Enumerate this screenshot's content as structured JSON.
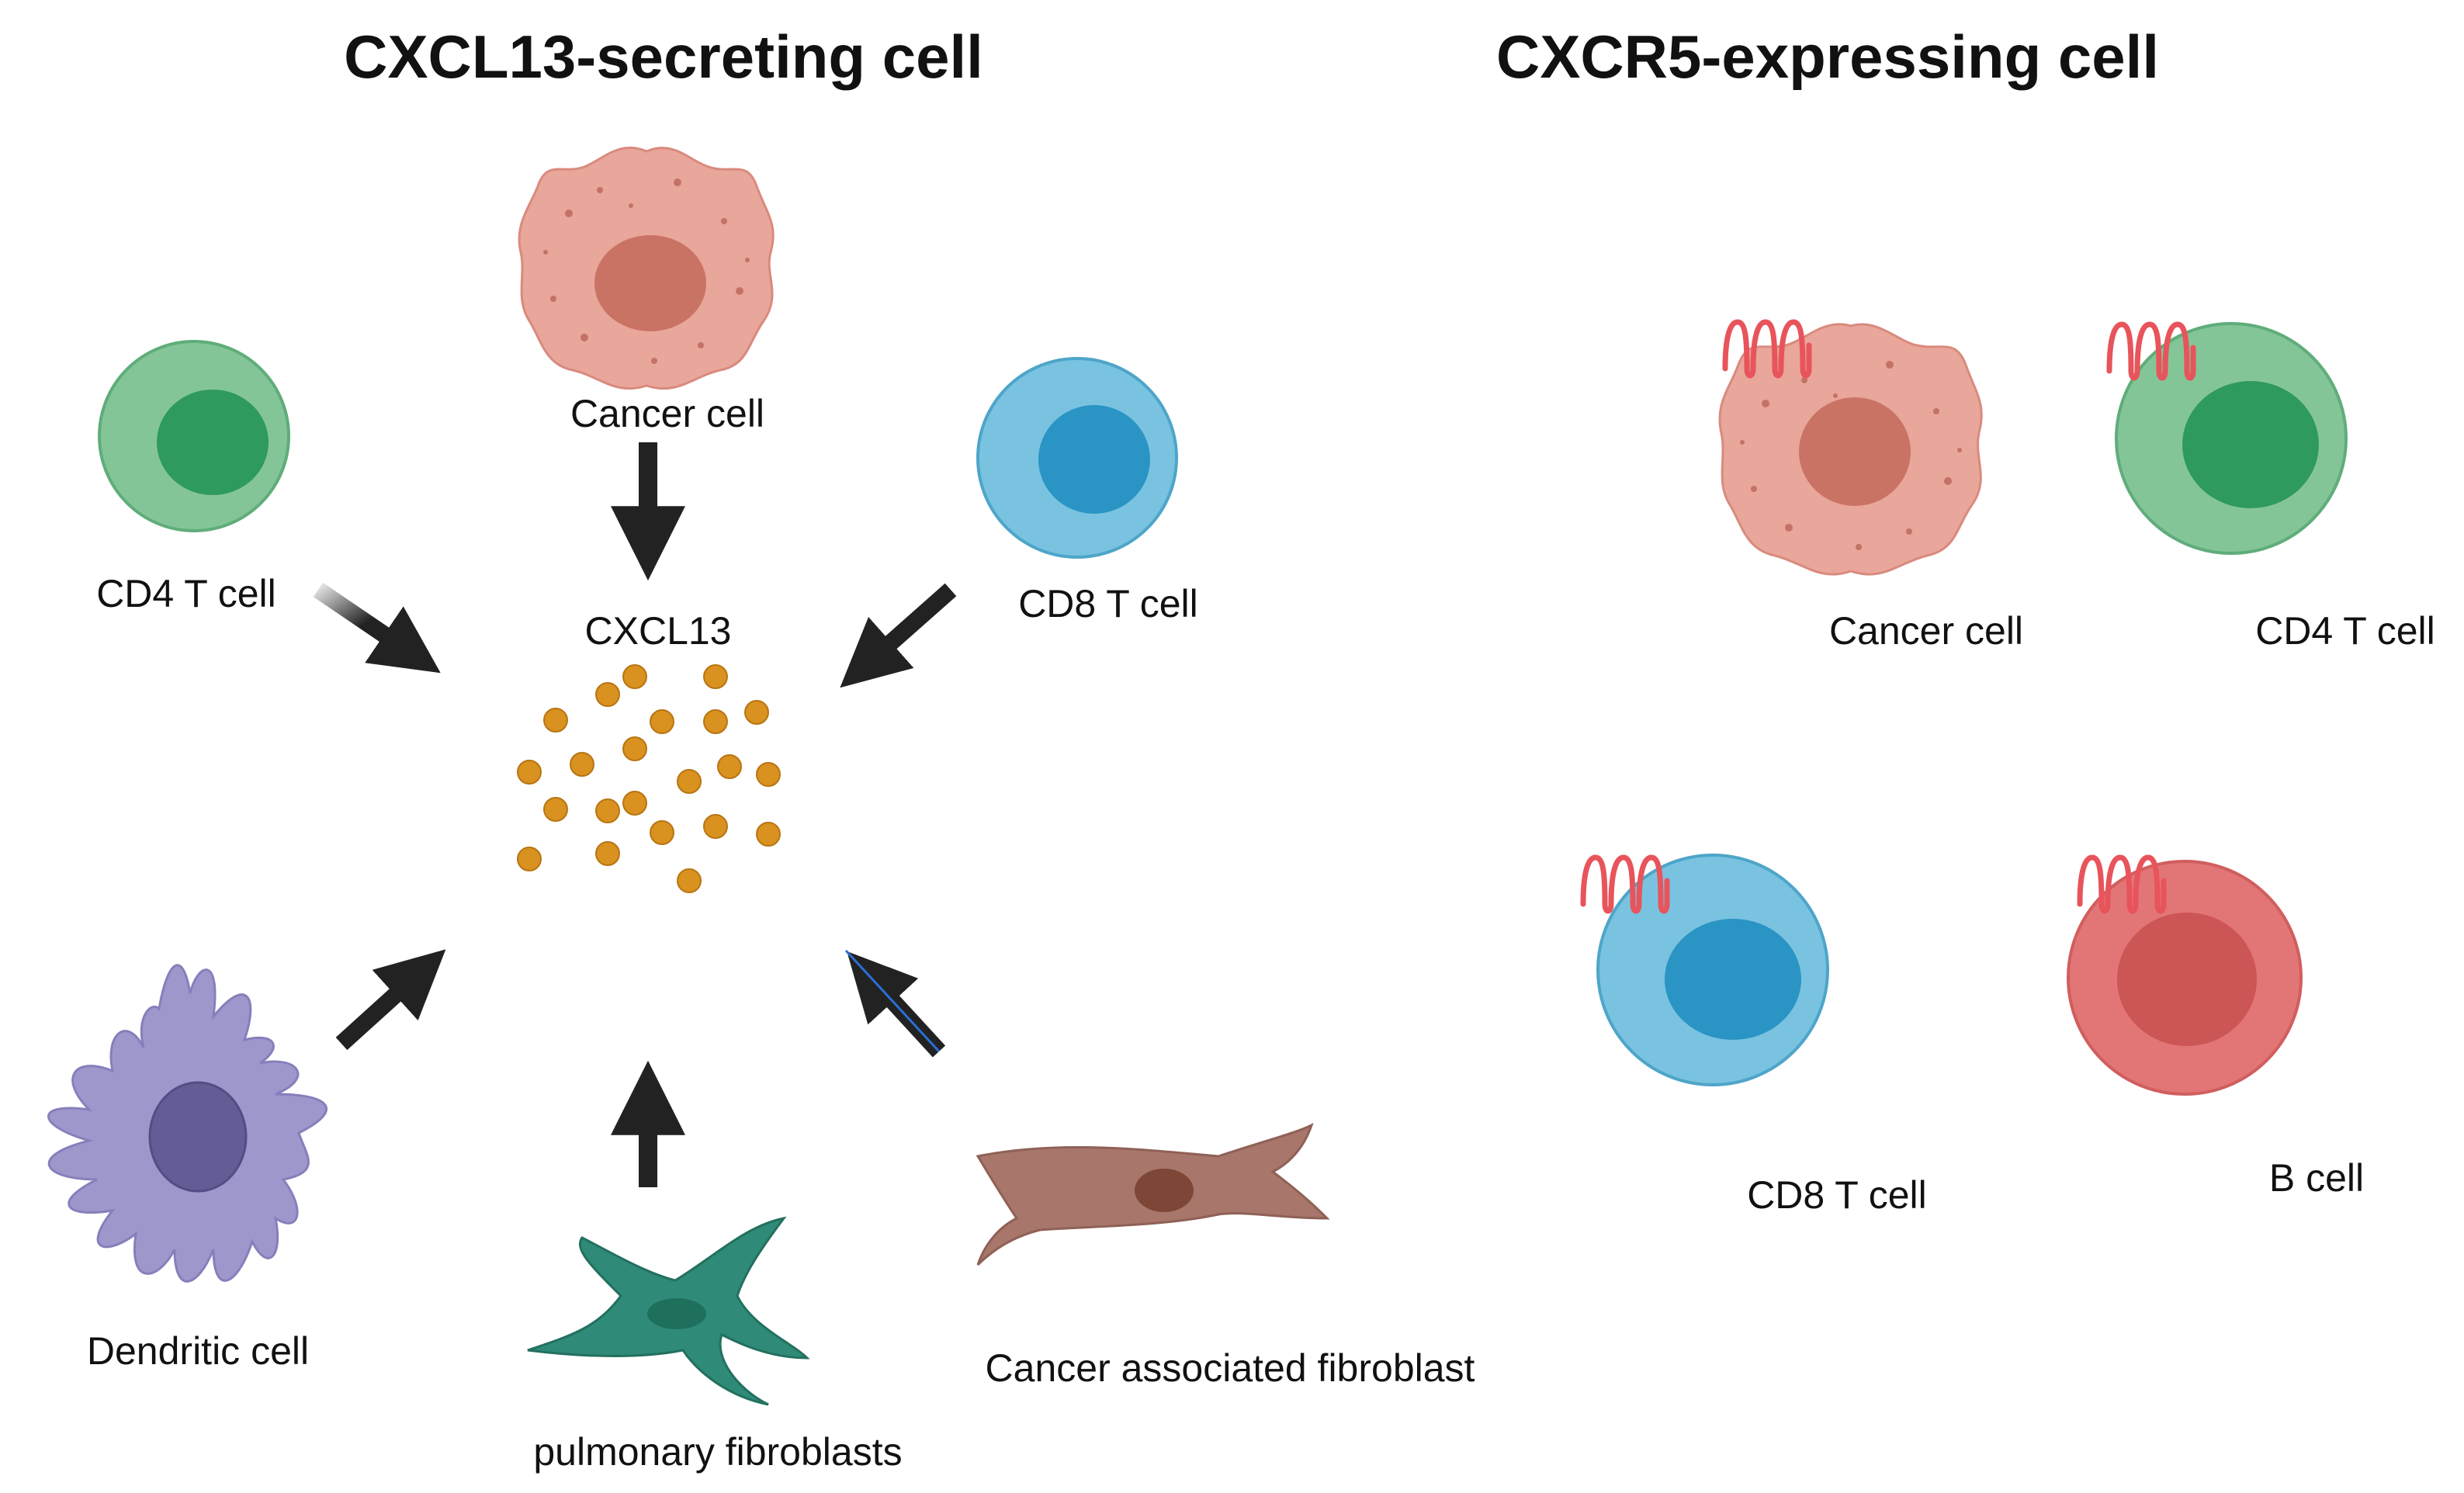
{
  "left_panel": {
    "title": "CXCL13-secreting cell",
    "center_label": "CXCL13",
    "cells": {
      "cancer": "Cancer cell",
      "cd4": "CD4 T cell",
      "cd8": "CD8 T cell",
      "dendritic": "Dendritic cell",
      "pulmonary_fibroblast": "pulmonary fibroblasts",
      "caf": "Cancer associated fibroblast"
    }
  },
  "right_panel": {
    "title": "CXCR5-expressing cell",
    "cells": {
      "cancer": "Cancer cell",
      "cd4": "CD4 T cell",
      "cd8": "CD8 T cell",
      "b": "B cell"
    }
  },
  "colors": {
    "cancer_outer": "#e9a69a",
    "cancer_nucleus": "#c97365",
    "cd4_outer": "#84c598",
    "cd4_nucleus": "#2e9a5b",
    "cd8_outer": "#79c3e0",
    "cd8_nucleus": "#2a94c4",
    "b_outer": "#e27676",
    "b_nucleus": "#cc5555",
    "dendritic": "#9d97cc",
    "dendritic_nucleus": "#625d95",
    "pulmonary_fibroblast": "#2f8a78",
    "caf": "#a8766a",
    "cxcl13_dot": "#d9911f",
    "receptor": "#e8545b",
    "arrow": "#222222"
  }
}
